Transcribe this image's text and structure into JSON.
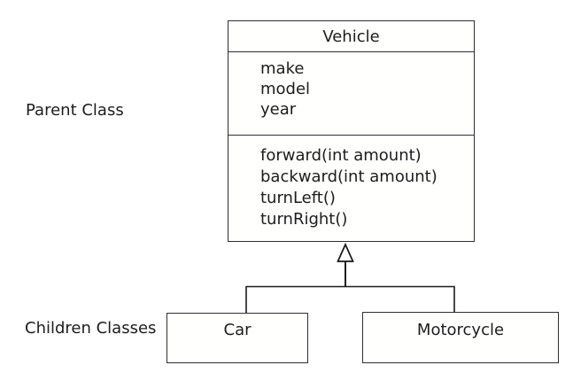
{
  "labels": {
    "parent": "Parent Class",
    "children": "Children Classes"
  },
  "vehicle": {
    "title": "Vehicle",
    "attributes": [
      "make",
      "model",
      "year"
    ],
    "methods": [
      "forward(int amount)",
      "backward(int amount)",
      "turnLeft()",
      "turnRight()"
    ]
  },
  "children": [
    {
      "title": "Car"
    },
    {
      "title": "Motorcycle"
    }
  ],
  "relationship": "inheritance",
  "colors": {
    "background": "#ffffff",
    "box_border": "#2f2f2f",
    "connector_line": "#1a1a1a",
    "text": "#1c1c1c"
  }
}
